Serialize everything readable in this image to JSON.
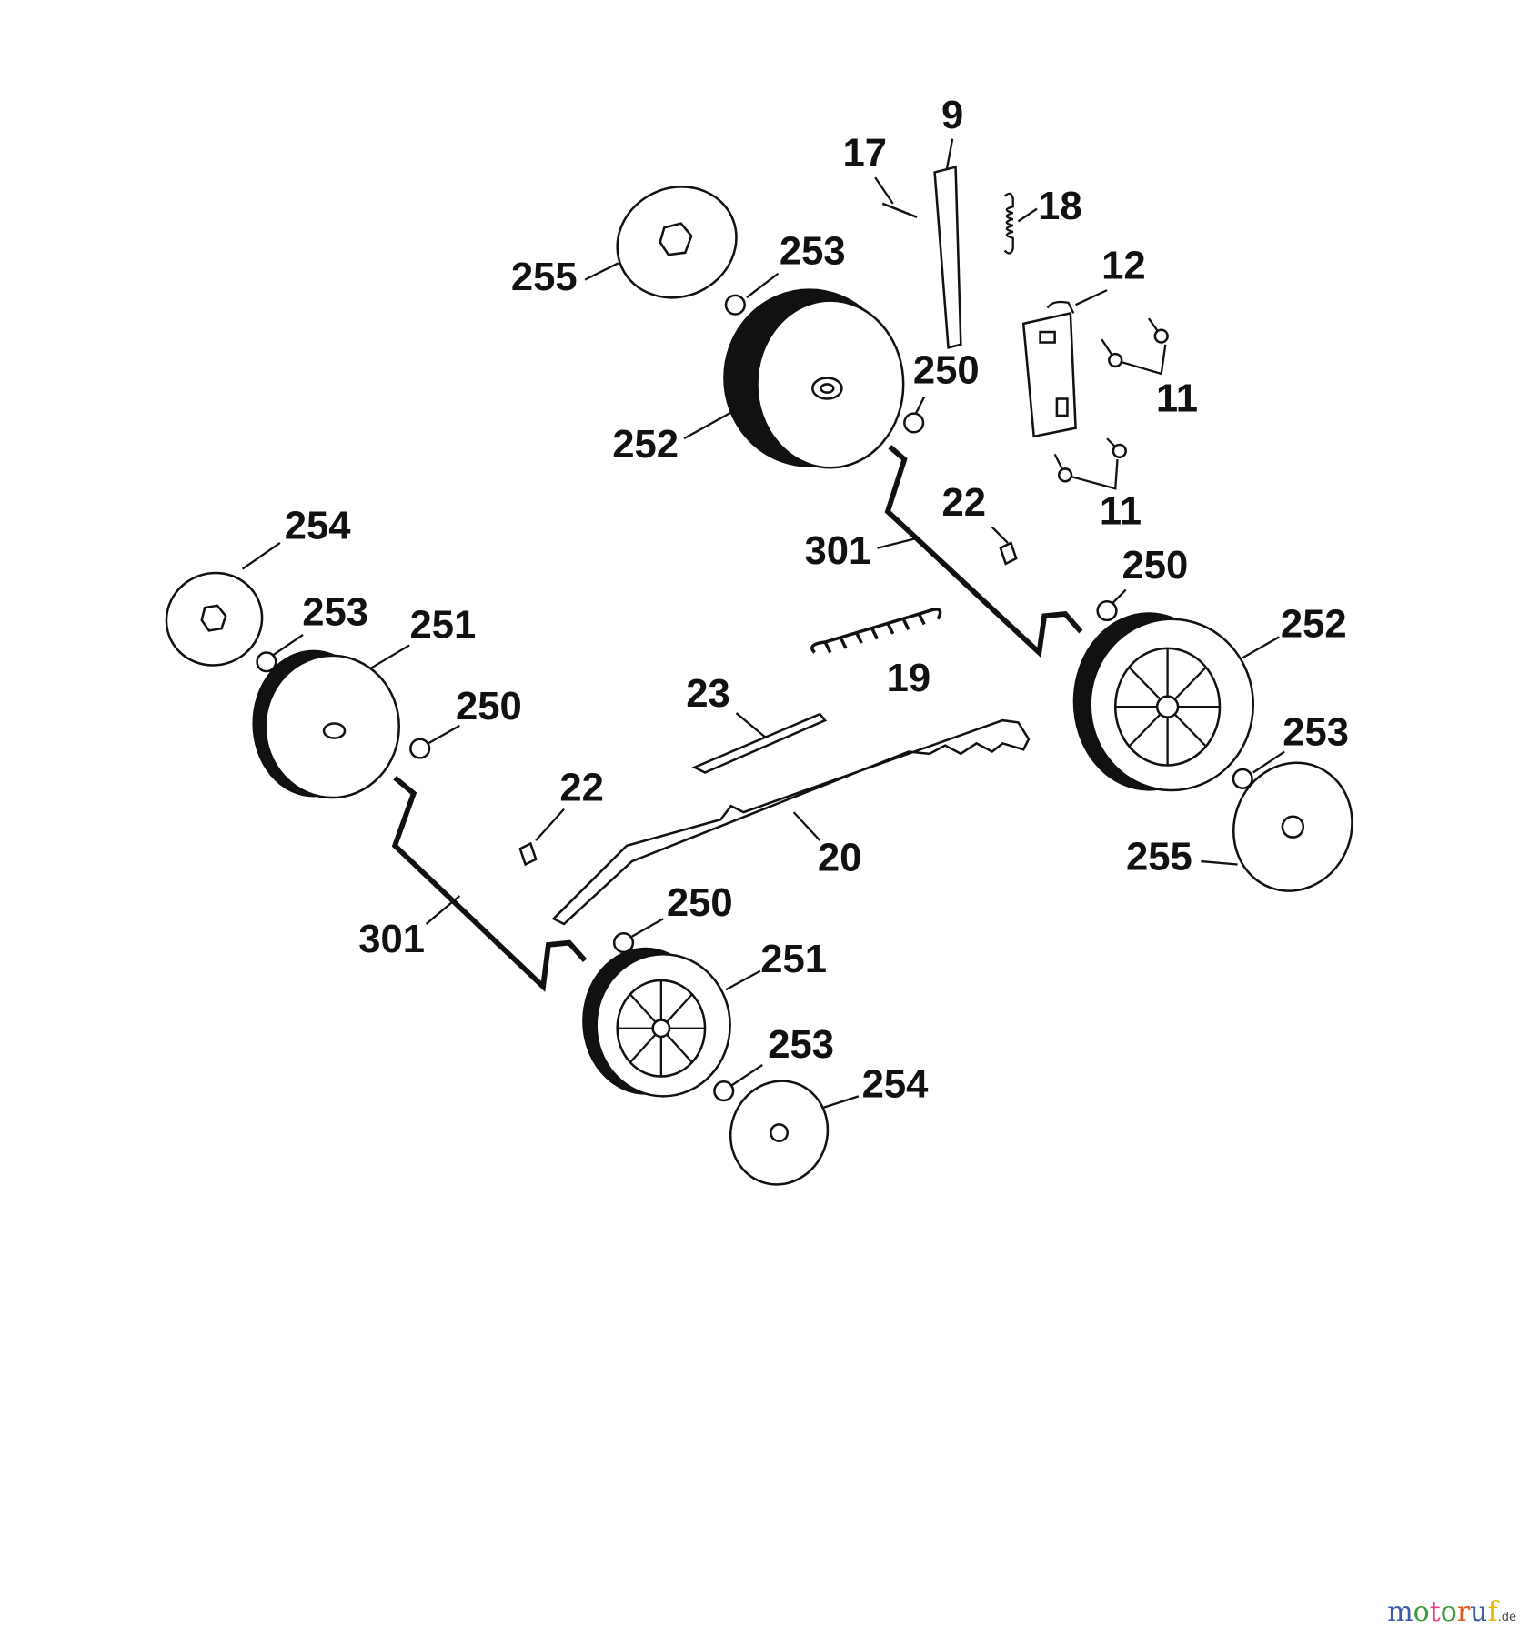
{
  "diagram_title": "",
  "callouts": [
    {
      "id": "c9",
      "label": "9"
    },
    {
      "id": "c17",
      "label": "17"
    },
    {
      "id": "c18",
      "label": "18"
    },
    {
      "id": "c255a",
      "label": "255"
    },
    {
      "id": "c253a",
      "label": "253"
    },
    {
      "id": "c12",
      "label": "12"
    },
    {
      "id": "c11a",
      "label": "11"
    },
    {
      "id": "c250a",
      "label": "250"
    },
    {
      "id": "c252a",
      "label": "252"
    },
    {
      "id": "c11b",
      "label": "11"
    },
    {
      "id": "c22a",
      "label": "22"
    },
    {
      "id": "c301a",
      "label": "301"
    },
    {
      "id": "c250b",
      "label": "250"
    },
    {
      "id": "c254a",
      "label": "254"
    },
    {
      "id": "c253b",
      "label": "253"
    },
    {
      "id": "c251a",
      "label": "251"
    },
    {
      "id": "c252b",
      "label": "252"
    },
    {
      "id": "c19",
      "label": "19"
    },
    {
      "id": "c23",
      "label": "23"
    },
    {
      "id": "c250c",
      "label": "250"
    },
    {
      "id": "c253c",
      "label": "253"
    },
    {
      "id": "c22b",
      "label": "22"
    },
    {
      "id": "c20",
      "label": "20"
    },
    {
      "id": "c255b",
      "label": "255"
    },
    {
      "id": "c301b",
      "label": "301"
    },
    {
      "id": "c250d",
      "label": "250"
    },
    {
      "id": "c251b",
      "label": "251"
    },
    {
      "id": "c253d",
      "label": "253"
    },
    {
      "id": "c254b",
      "label": "254"
    }
  ],
  "watermark": {
    "brand": "motoruf",
    "tld": ".de",
    "colors": [
      "#3a5ba8",
      "#3a9a3a",
      "#e0468f",
      "#3a9a3a",
      "#e05a20",
      "#3a5ba8",
      "#e8b800"
    ]
  }
}
